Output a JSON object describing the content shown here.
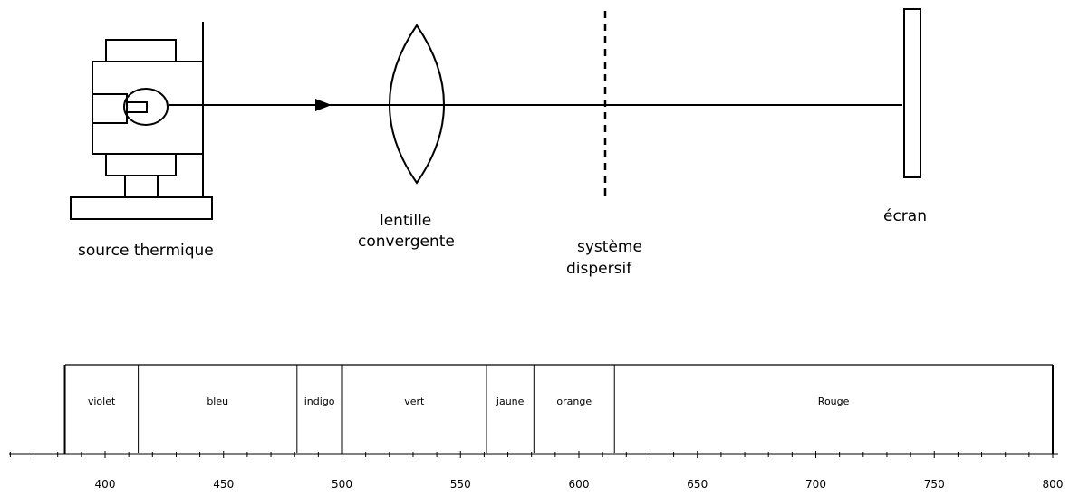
{
  "setup": {
    "labels": {
      "source": "source thermique",
      "lens_line1": "lentille",
      "lens_line2": "convergente",
      "dispersive_line1": "système",
      "dispersive_line2": "dispersif",
      "screen": "écran"
    }
  },
  "spectrum": {
    "axis": {
      "min": 350,
      "max": 800,
      "major_step": 50,
      "minor_step": 10,
      "tick_labels": [
        "400",
        "450",
        "500",
        "550",
        "600",
        "650",
        "700",
        "750",
        "800"
      ]
    },
    "bands": [
      {
        "name": "violet",
        "from": 383,
        "to": 414
      },
      {
        "name": "bleu",
        "from": 414,
        "to": 481
      },
      {
        "name": "indigo",
        "from": 481,
        "to": 500
      },
      {
        "name": "vert",
        "from": 500,
        "to": 561
      },
      {
        "name": "jaune",
        "from": 561,
        "to": 581
      },
      {
        "name": "orange",
        "from": 581,
        "to": 615
      },
      {
        "name": "Rouge",
        "from": 615,
        "to": 800
      }
    ]
  }
}
